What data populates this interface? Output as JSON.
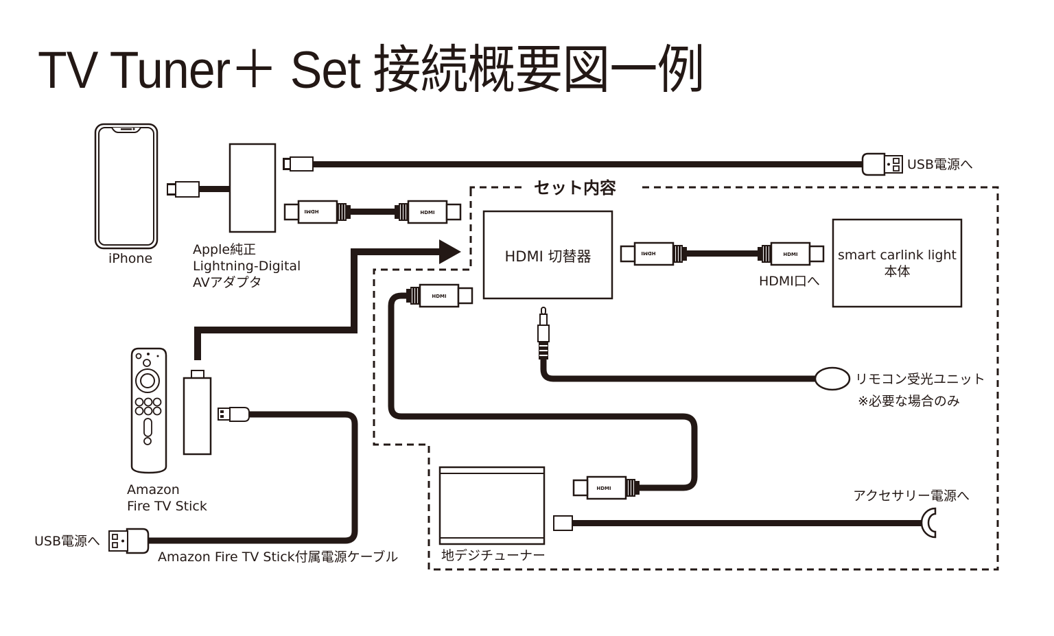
{
  "title": "TV Tuner＋ Set 接続概要図一例",
  "set_contents_label": "セット内容",
  "devices": {
    "iphone": {
      "label": "iPhone"
    },
    "av_adapter": {
      "label_lines": [
        "Apple純正",
        "Lightning-Digital",
        "AVアダプタ"
      ]
    },
    "hdmi_switcher": {
      "label": "HDMI 切替器"
    },
    "carlink": {
      "label_lines": [
        "smart carlink light",
        "本体"
      ]
    },
    "fire_tv": {
      "label_lines": [
        "Amazon",
        "Fire TV Stick"
      ]
    },
    "tuner": {
      "label": "地デジチューナー"
    },
    "remote_receiver": {
      "label_lines": [
        "リモコン受光ユニット",
        "※必要な場合のみ"
      ]
    }
  },
  "connectors": {
    "hdmi_text": "HDMI",
    "usb_power_top": "USB電源へ",
    "usb_power_bottom": "USB電源へ",
    "hdmi_port": "HDMI口へ",
    "accessory_power": "アクセサリー電源へ",
    "fire_tv_cable": "Amazon Fire TV Stick付属電源ケーブル"
  },
  "colors": {
    "ink": "#231815",
    "background": "#ffffff"
  }
}
